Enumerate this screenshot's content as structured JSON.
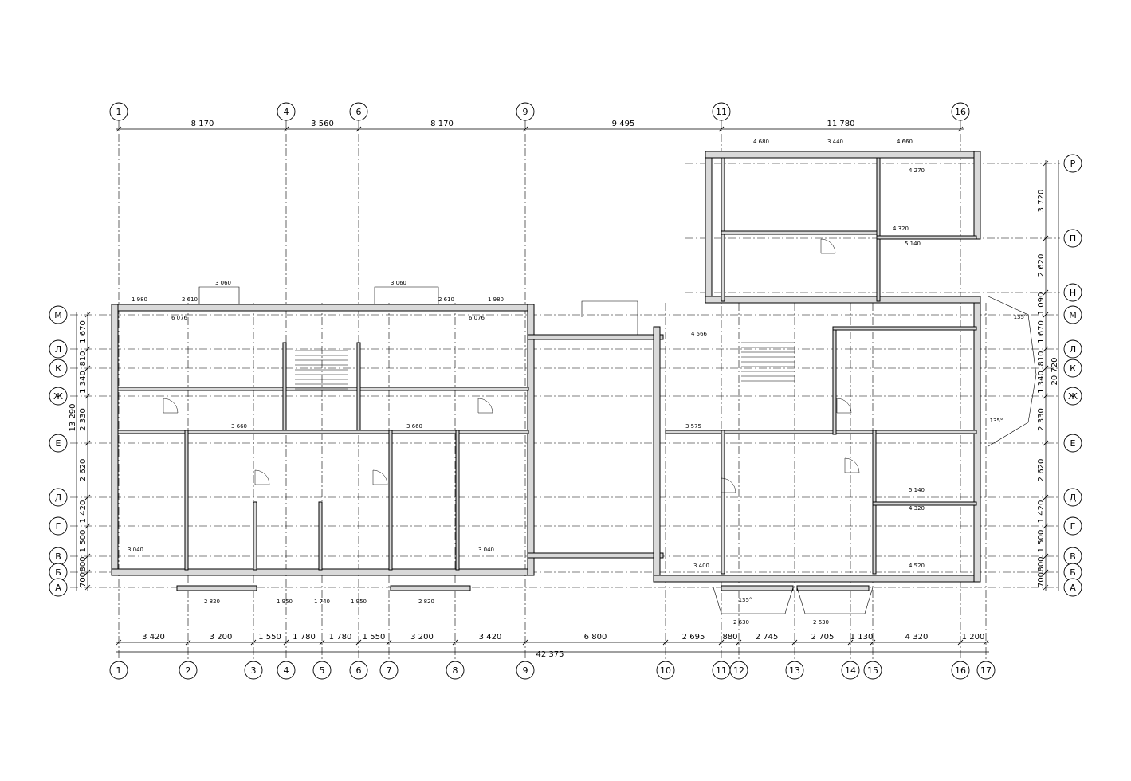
{
  "drawing": {
    "total_length": "42 375",
    "total_depth_left": "13 290",
    "total_depth_right": "20 720"
  },
  "axes_x": {
    "top": [
      {
        "id": "1",
        "label": "1"
      },
      {
        "id": "4",
        "label": "4"
      },
      {
        "id": "6",
        "label": "6"
      },
      {
        "id": "9",
        "label": "9"
      },
      {
        "id": "11",
        "label": "11"
      },
      {
        "id": "16",
        "label": "16"
      }
    ],
    "bottom": [
      {
        "id": "1",
        "label": "1"
      },
      {
        "id": "2",
        "label": "2"
      },
      {
        "id": "3",
        "label": "3"
      },
      {
        "id": "4",
        "label": "4"
      },
      {
        "id": "5",
        "label": "5"
      },
      {
        "id": "6",
        "label": "6"
      },
      {
        "id": "7",
        "label": "7"
      },
      {
        "id": "8",
        "label": "8"
      },
      {
        "id": "9",
        "label": "9"
      },
      {
        "id": "10",
        "label": "10"
      },
      {
        "id": "11",
        "label": "11"
      },
      {
        "id": "12",
        "label": "12"
      },
      {
        "id": "13",
        "label": "13"
      },
      {
        "id": "14",
        "label": "14"
      },
      {
        "id": "15",
        "label": "15"
      },
      {
        "id": "16",
        "label": "16"
      },
      {
        "id": "17",
        "label": "17"
      }
    ]
  },
  "axes_y": [
    {
      "id": "r",
      "label": "Р"
    },
    {
      "id": "p",
      "label": "П"
    },
    {
      "id": "n",
      "label": "Н"
    },
    {
      "id": "m",
      "label": "М"
    },
    {
      "id": "l",
      "label": "Л"
    },
    {
      "id": "k",
      "label": "К"
    },
    {
      "id": "zh",
      "label": "Ж"
    },
    {
      "id": "e",
      "label": "Е"
    },
    {
      "id": "d",
      "label": "Д"
    },
    {
      "id": "g",
      "label": "Г"
    },
    {
      "id": "v",
      "label": "В"
    },
    {
      "id": "b",
      "label": "Б"
    },
    {
      "id": "a",
      "label": "А"
    }
  ],
  "dims_top": [
    {
      "from": "1",
      "to": "4",
      "label": "8 170"
    },
    {
      "from": "4",
      "to": "6",
      "label": "3 560"
    },
    {
      "from": "6",
      "to": "9",
      "label": "8 170"
    },
    {
      "from": "9",
      "to": "11",
      "label": "9 495"
    },
    {
      "from": "11",
      "to": "16",
      "label": "11 780"
    }
  ],
  "dims_bottom": [
    {
      "from": "1",
      "to": "2",
      "label": "3 420"
    },
    {
      "from": "2",
      "to": "3",
      "label": "3 200"
    },
    {
      "from": "3",
      "to": "4",
      "label": "1 550"
    },
    {
      "from": "4",
      "to": "5",
      "label": "1 780"
    },
    {
      "from": "5",
      "to": "6",
      "label": "1 780"
    },
    {
      "from": "6",
      "to": "7",
      "label": "1 550"
    },
    {
      "from": "7",
      "to": "8",
      "label": "3 200"
    },
    {
      "from": "8",
      "to": "9",
      "label": "3 420"
    },
    {
      "from": "9",
      "to": "10",
      "label": "6 800"
    },
    {
      "from": "10",
      "to": "11",
      "label": "2 695"
    },
    {
      "from": "11",
      "to": "12",
      "label": "880"
    },
    {
      "from": "12",
      "to": "13",
      "label": "2 745"
    },
    {
      "from": "13",
      "to": "14",
      "label": "2 705"
    },
    {
      "from": "14",
      "to": "15",
      "label": "1 130"
    },
    {
      "from": "15",
      "to": "16",
      "label": "4 320"
    },
    {
      "from": "16",
      "to": "17",
      "label": "1 200"
    }
  ],
  "dims_left": [
    {
      "from": "m",
      "to": "l",
      "label": "1 670"
    },
    {
      "from": "l",
      "to": "k",
      "label": "810"
    },
    {
      "from": "k",
      "to": "zh",
      "label": "1 340"
    },
    {
      "from": "zh",
      "to": "e",
      "label": "2 330"
    },
    {
      "from": "e",
      "to": "d",
      "label": "2 620"
    },
    {
      "from": "d",
      "to": "g",
      "label": "1 420"
    },
    {
      "from": "g",
      "to": "v",
      "label": "1 500"
    },
    {
      "from": "v",
      "to": "b",
      "label": "800"
    },
    {
      "from": "b",
      "to": "a",
      "label": "700"
    }
  ],
  "dims_right": [
    {
      "from": "r",
      "to": "p",
      "label": "3 720"
    },
    {
      "from": "p",
      "to": "n",
      "label": "2 620"
    },
    {
      "from": "n",
      "to": "m",
      "label": "1 090"
    },
    {
      "from": "m",
      "to": "l",
      "label": "1 670"
    },
    {
      "from": "l",
      "to": "k",
      "label": "810"
    },
    {
      "from": "k",
      "to": "zh",
      "label": "1 340"
    },
    {
      "from": "zh",
      "to": "e",
      "label": "2 330"
    },
    {
      "from": "e",
      "to": "d",
      "label": "2 620"
    },
    {
      "from": "d",
      "to": "g",
      "label": "1 420"
    },
    {
      "from": "g",
      "to": "v",
      "label": "1 500"
    },
    {
      "from": "v",
      "to": "b",
      "label": "800"
    },
    {
      "from": "b",
      "to": "a",
      "label": "700"
    }
  ],
  "wing_dims": [
    {
      "label": "4 680"
    },
    {
      "label": "3 440"
    },
    {
      "label": "4 660"
    },
    {
      "label": "4 270"
    },
    {
      "label": "4 320"
    },
    {
      "label": "5 140"
    },
    {
      "label": "3 060"
    },
    {
      "label": "3 060"
    },
    {
      "label": "3 400"
    },
    {
      "label": "4 520"
    },
    {
      "label": "2 630"
    },
    {
      "label": "2 630"
    },
    {
      "label": "6 076"
    },
    {
      "label": "6 076"
    },
    {
      "label": "1 980"
    },
    {
      "label": "2 610"
    },
    {
      "label": "2 610"
    },
    {
      "label": "1 980"
    },
    {
      "label": "3 040"
    },
    {
      "label": "3 040"
    },
    {
      "label": "2 820"
    },
    {
      "label": "2 820"
    },
    {
      "label": "1 950"
    },
    {
      "label": "1 740"
    },
    {
      "label": "1 950"
    },
    {
      "label": "3 660"
    },
    {
      "label": "3 660"
    },
    {
      "label": "4 566"
    },
    {
      "label": "3 575"
    },
    {
      "label": "5 140"
    },
    {
      "label": "4 320"
    },
    {
      "label": "135°"
    },
    {
      "label": "135°"
    },
    {
      "label": "135°"
    }
  ]
}
